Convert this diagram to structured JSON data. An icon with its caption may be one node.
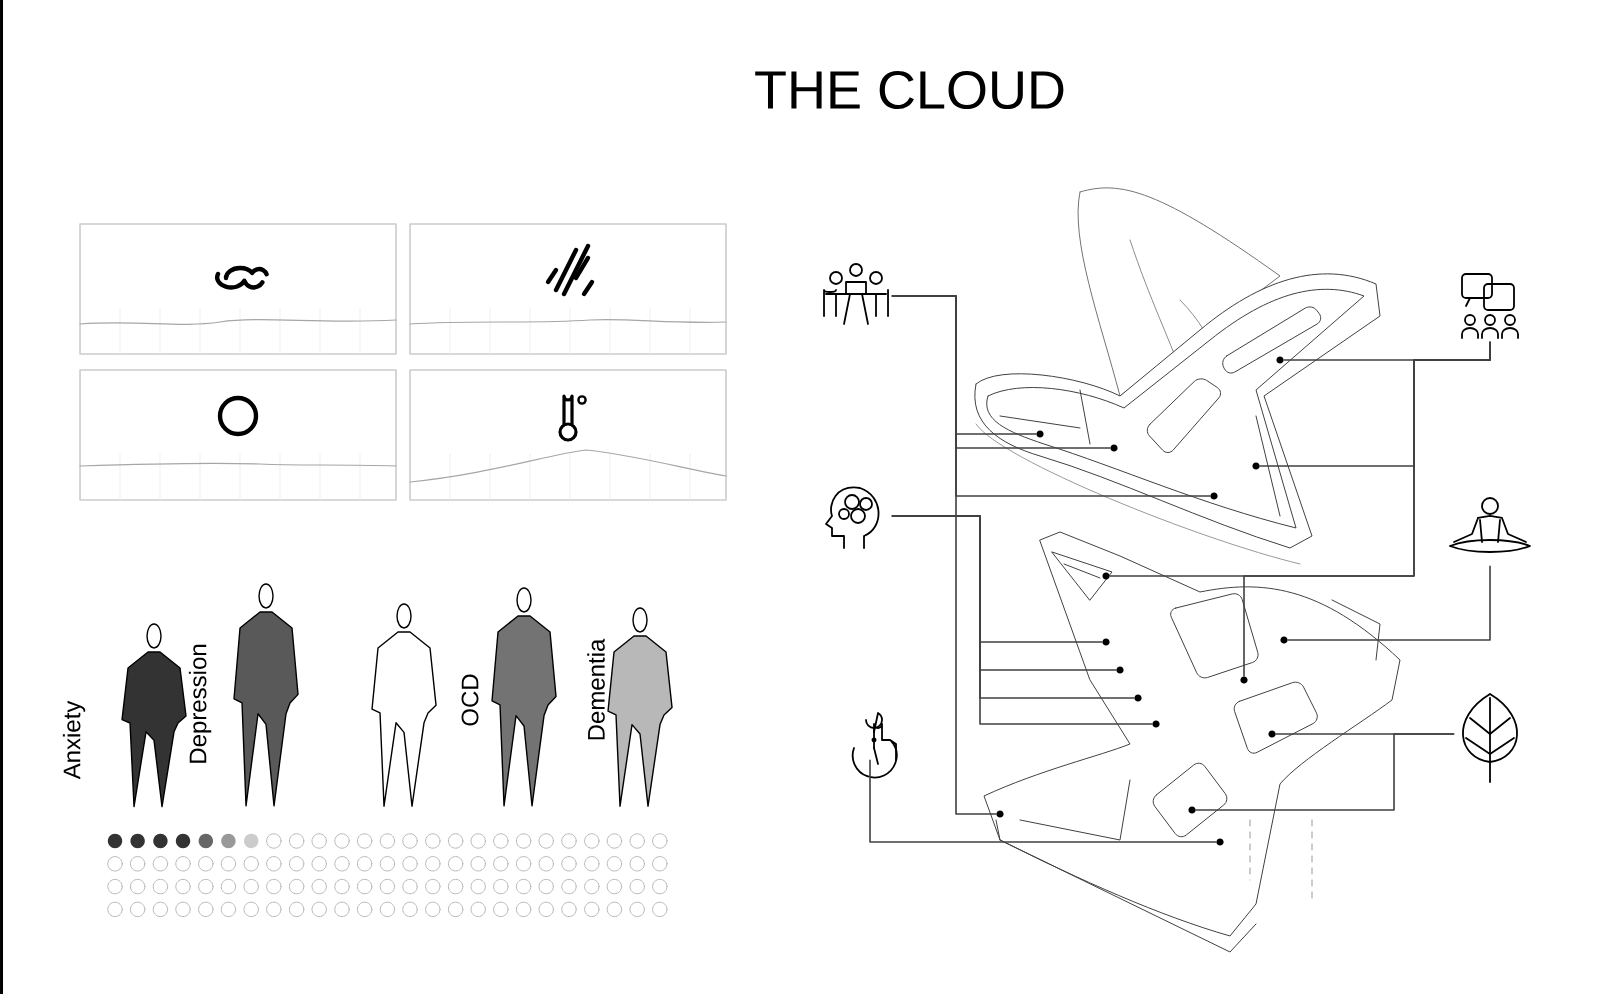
{
  "diagram": {
    "title": "THE CLOUD",
    "nodes": [
      {
        "text": [],
        "shape": "picture"
      },
      {
        "text": [],
        "shape": "picture"
      },
      {
        "text": [],
        "shape": "picture"
      },
      {
        "text": [],
        "shape": "picture"
      },
      {
        "text": [],
        "shape": "picture"
      },
      {
        "text": [],
        "shape": "picture"
      },
      {
        "text": [],
        "shape": "circle"
      },
      {
        "text": [],
        "shape": "circle"
      },
      {
        "text": [],
        "shape": "circle"
      },
      {
        "text": [],
        "shape": "circle"
      },
      {
        "text": [],
        "shape": "circle"
      },
      {
        "text": [],
        "shape": "circle"
      },
      {
        "text": [],
        "shape": "circle"
      },
      {
        "text": [],
        "shape": "circle"
      },
      {
        "text": [],
        "shape": "circle"
      },
      {
        "text": [],
        "shape": "circle"
      },
      {
        "text": [],
        "shape": "circle"
      },
      {
        "text": [],
        "shape": "circle"
      },
      {
        "text": [],
        "shape": "circle"
      },
      {
        "text": [],
        "shape": "circle"
      },
      {
        "text": [],
        "shape": "circle"
      },
      {
        "text": [],
        "shape": "circle"
      }
    ],
    "edges": [
      {
        "from": 0,
        "to": 7,
        "arrow": "none"
      },
      {
        "from": 0,
        "to": 8,
        "arrow": "none"
      },
      {
        "from": 0,
        "to": 10,
        "arrow": "none"
      },
      {
        "from": 0,
        "to": 20,
        "arrow": "none"
      },
      {
        "from": 1,
        "to": 6,
        "arrow": "none"
      },
      {
        "from": 1,
        "to": 9,
        "arrow": "none"
      },
      {
        "from": 1,
        "to": 11,
        "arrow": "none"
      },
      {
        "from": 1,
        "to": 15,
        "arrow": "none"
      },
      {
        "from": 2,
        "to": 13,
        "arrow": "none"
      },
      {
        "from": 2,
        "to": 14,
        "arrow": "none"
      },
      {
        "from": 2,
        "to": 16,
        "arrow": "none"
      },
      {
        "from": 2,
        "to": 17,
        "arrow": "none"
      },
      {
        "from": 3,
        "to": 12,
        "arrow": "none"
      },
      {
        "from": 5,
        "to": 18,
        "arrow": "none"
      },
      {
        "from": 5,
        "to": 19,
        "arrow": "none"
      },
      {
        "from": 4,
        "to": 21,
        "arrow": "none"
      }
    ],
    "labels": [
      "Anxiety",
      "Depression",
      "OCD",
      "Dementia"
    ]
  }
}
